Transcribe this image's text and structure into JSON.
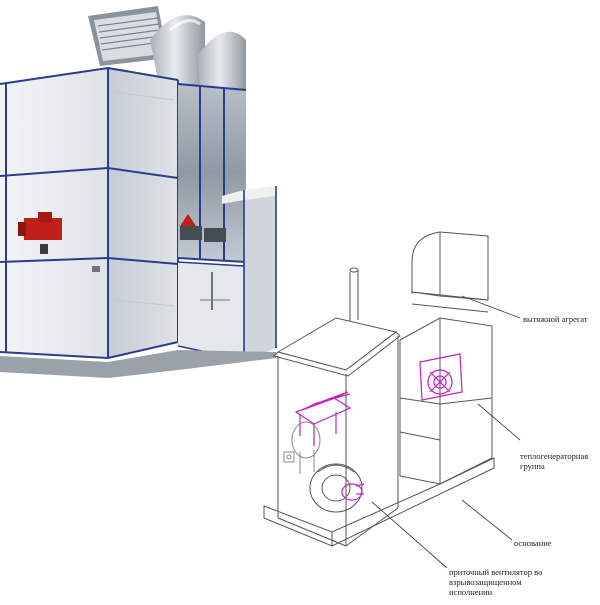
{
  "callouts": {
    "exhaust_unit": "вытяжной агрегат",
    "heat_generator_line1": "теплогенераторная",
    "heat_generator_line2": "группа",
    "base": "основание",
    "supply_fan_line1": "приточный вентилятор во",
    "supply_fan_line2": "взрывозащищенном",
    "supply_fan_line3": "исполнении"
  },
  "colors": {
    "background": "#ffffff",
    "panel_light": "#eef0f2",
    "panel_mid": "#d7dbe0",
    "panel_dark": "#b8bec6",
    "frame_blue": "#2a3c8c",
    "burner_red": "#c0201a",
    "line_art": "#555555",
    "highlight_magenta": "#c020c0"
  },
  "icons": [
    "red-burner-icon",
    "extraction-fan-icon",
    "supply-fan-icon",
    "heat-exchanger-icon"
  ]
}
